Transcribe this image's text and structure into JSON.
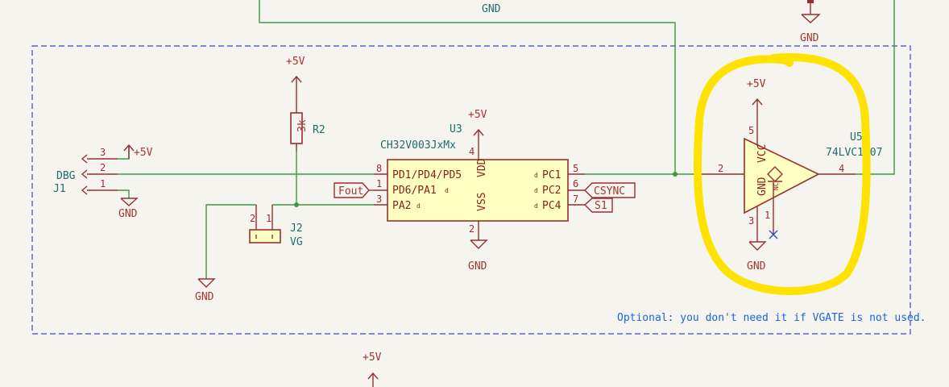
{
  "power": {
    "vcc": "+5V",
    "gnd": "GND"
  },
  "net_labels": {
    "top_gnd": "GND",
    "fout": "Fout",
    "csync": "CSYNC",
    "s1": "S1"
  },
  "j1": {
    "ref": "J1",
    "value": "DBG",
    "pins": [
      "3",
      "2",
      "1"
    ]
  },
  "r2": {
    "ref": "R2",
    "value": "3k"
  },
  "j2": {
    "ref": "J2",
    "value": "VG",
    "pins": [
      "2",
      "1"
    ]
  },
  "u3": {
    "ref": "U3",
    "value": "CH32V003JxMx",
    "left_pins": [
      {
        "num": "8",
        "name": "PD1/PD4/PD5"
      },
      {
        "num": "1",
        "name": "PD6/PA1"
      },
      {
        "num": "3",
        "name": "PA2"
      }
    ],
    "right_pins": [
      {
        "num": "5",
        "name": "PC1"
      },
      {
        "num": "6",
        "name": "PC2"
      },
      {
        "num": "7",
        "name": "PC4"
      }
    ],
    "top_pin": {
      "num": "4",
      "name": "VDD"
    },
    "bottom_pin": {
      "num": "2",
      "name": "VSS"
    }
  },
  "u_buf": {
    "ref": "U5",
    "value": "74LVC1G07",
    "pin_in": "2",
    "pin_out": "4",
    "pin_vcc": "5",
    "pin_gnd": "3",
    "pin_nc": "1",
    "vcc_label": "VCC",
    "gnd_label": "GND",
    "nc_label": "NC"
  },
  "note": "Optional: you don't need it if VGATE is not used.",
  "colors": {
    "wire": "#3c9a3c",
    "symbol": "#9a2f2f",
    "body_fill": "#ffffc2",
    "reference": "#1f6b6b",
    "note": "#1d63d8",
    "sheet_border": "#3c45c6",
    "highlight": "#ffe300"
  }
}
